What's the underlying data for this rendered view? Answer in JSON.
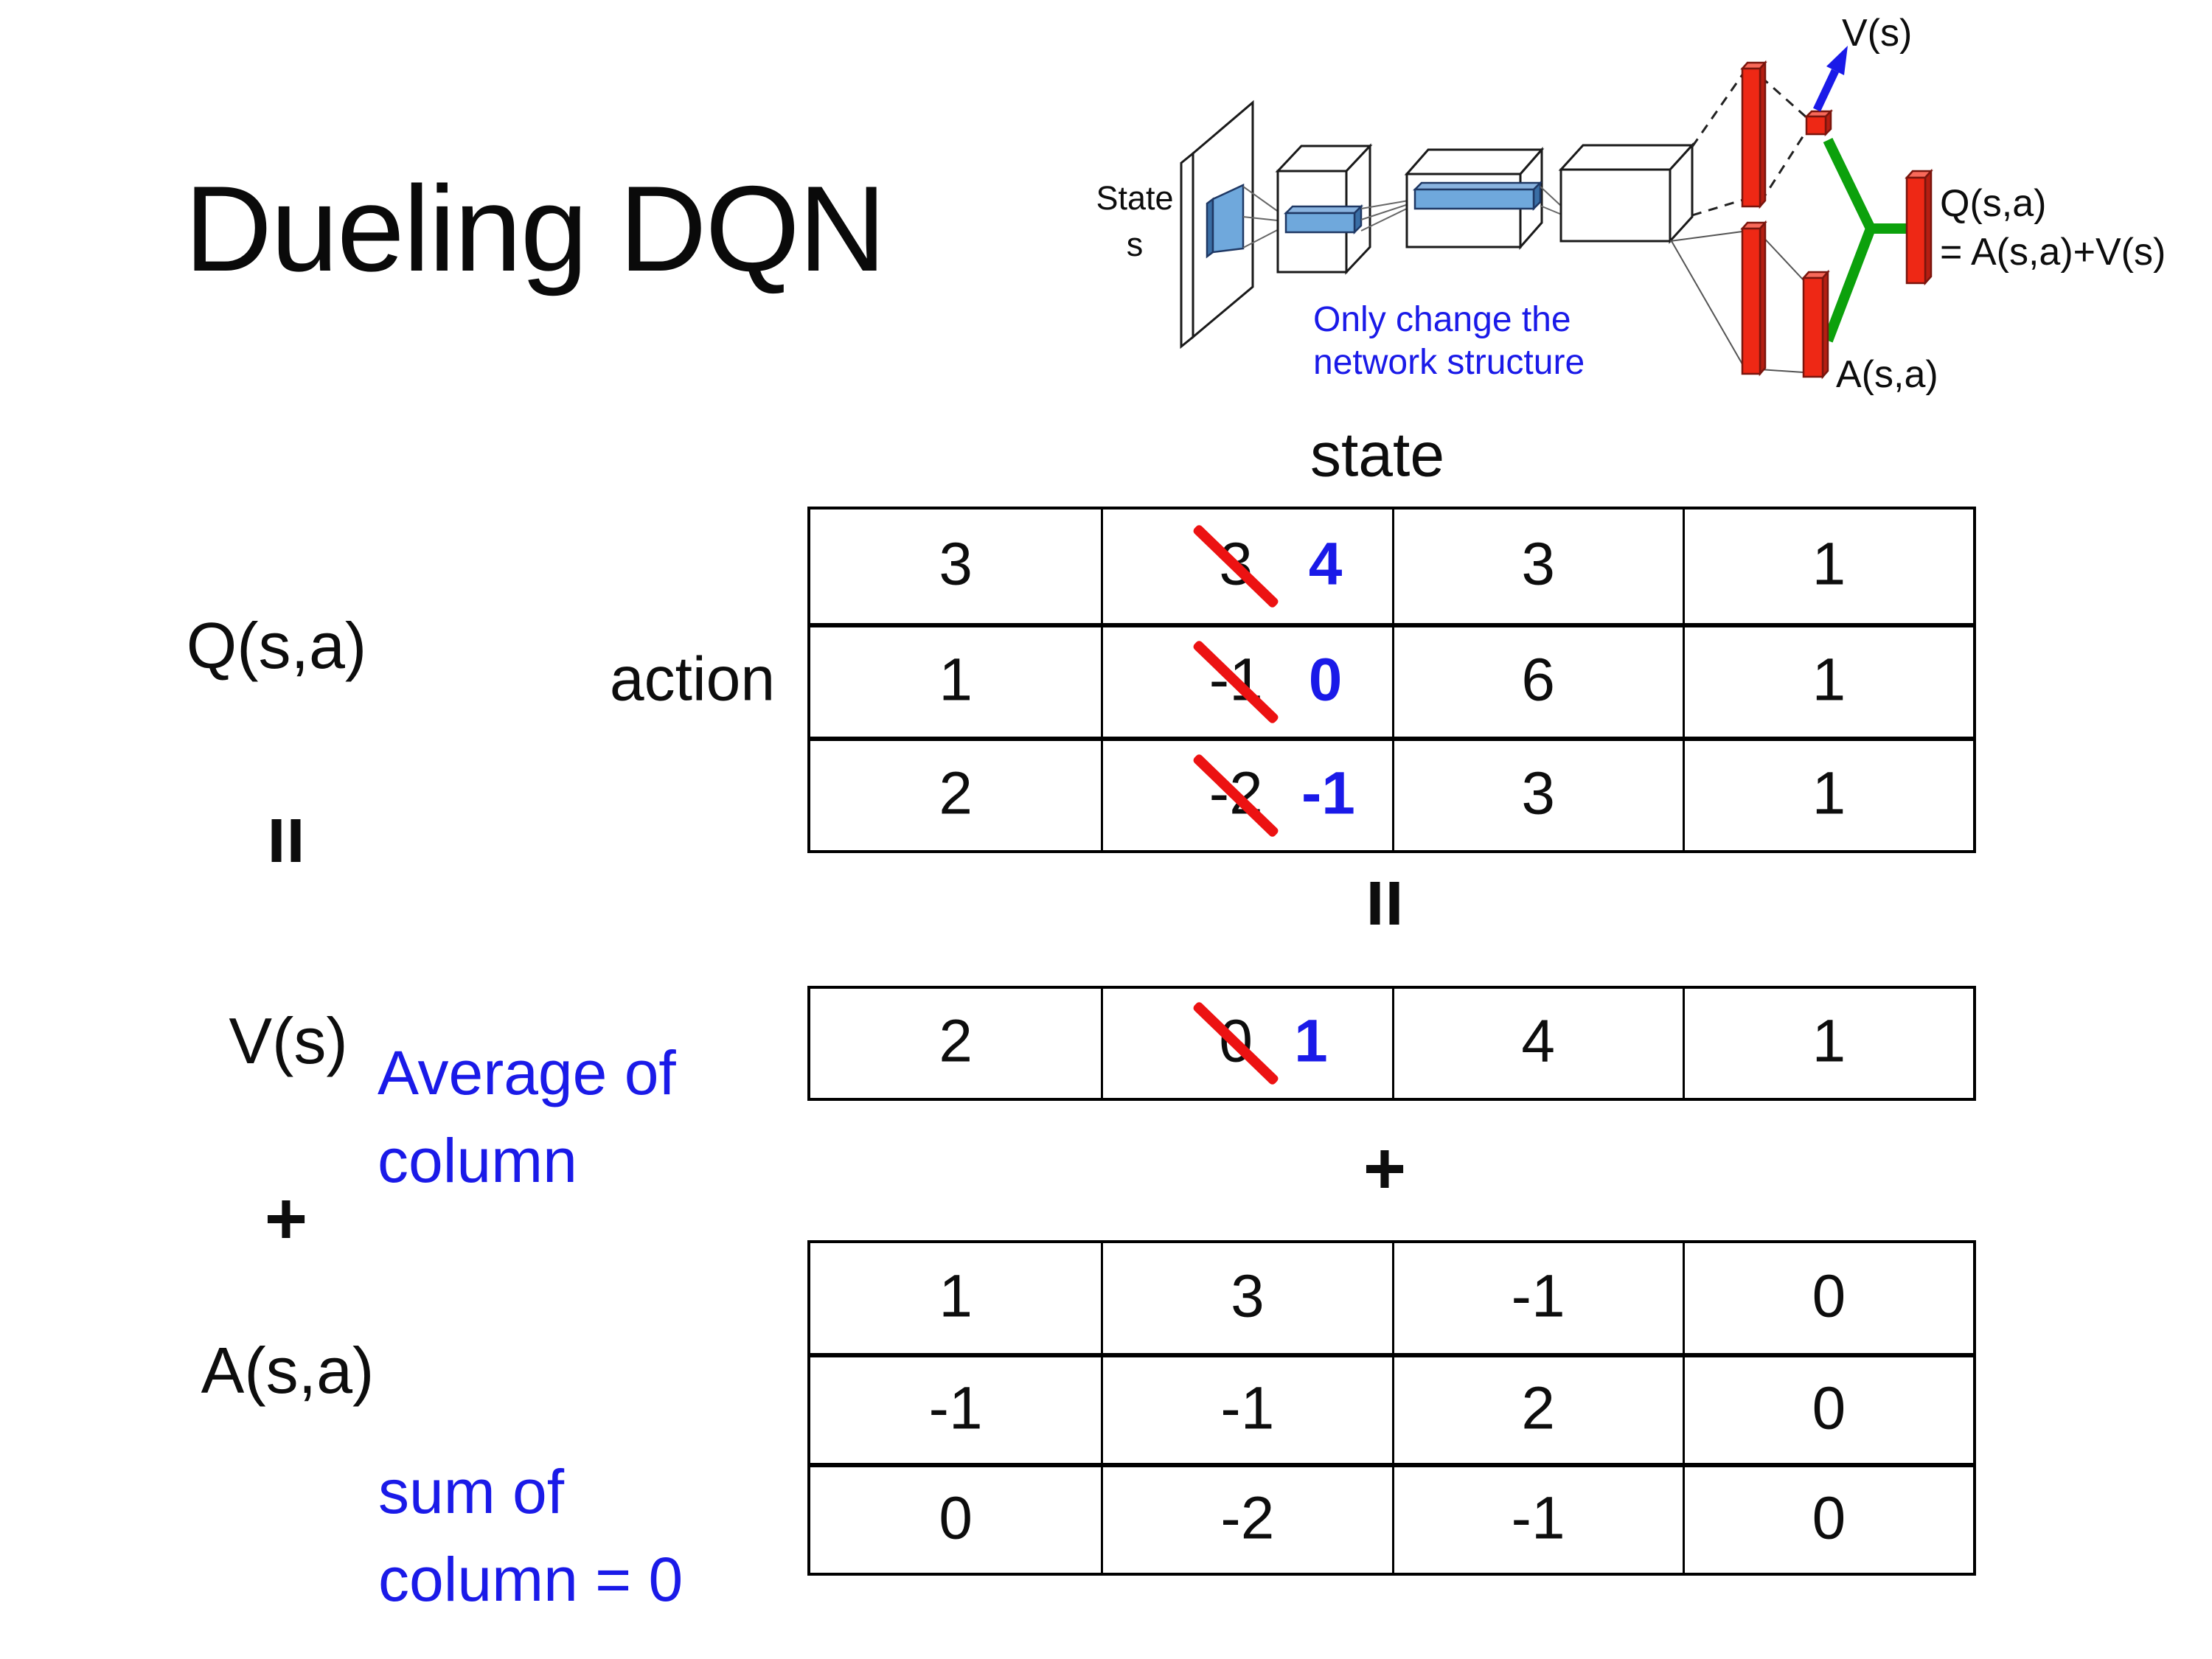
{
  "slide": {
    "title": "Dueling DQN"
  },
  "colors": {
    "accent_blue": "#1a1ae8",
    "strike_red": "#ec1212",
    "connector_green": "#0ca10c",
    "feature_bar_blue": "#6fa8dc",
    "fc_bar_red": "#ee2815"
  },
  "network_diagram": {
    "state_label": "State",
    "state_sub": "s",
    "note_line1": "Only change the",
    "note_line2": "network structure",
    "v_out_label": "V(s)",
    "q_out_label": "Q(s,a)",
    "q_out_formula": "= A(s,a)+V(s)",
    "a_out_label": "A(s,a)"
  },
  "equation": {
    "q_label": "Q(s,a)",
    "equals_left": "=",
    "v_label": "V(s)",
    "plus_left": "+",
    "a_label": "A(s,a)",
    "action_label": "action",
    "state_label": "state",
    "equals_mid": "=",
    "plus_mid": "+",
    "v_note_line1": "Average of",
    "v_note_line2": "column",
    "a_note_line1": "sum of",
    "a_note_line2": "column = 0"
  },
  "q_table": {
    "rows": [
      [
        {
          "v": "3"
        },
        {
          "v": "3",
          "nv": "4",
          "np": 77
        },
        {
          "v": "3"
        },
        {
          "v": "1"
        }
      ],
      [
        {
          "v": "1"
        },
        {
          "v": "-1",
          "nv": "0",
          "np": 77
        },
        {
          "v": "6"
        },
        {
          "v": "1"
        }
      ],
      [
        {
          "v": "2"
        },
        {
          "v": "-2",
          "nv": "-1",
          "np": 78
        },
        {
          "v": "3"
        },
        {
          "v": "1"
        }
      ]
    ]
  },
  "v_table": {
    "rows": [
      [
        {
          "v": "2"
        },
        {
          "v": "0",
          "nv": "1",
          "np": 72
        },
        {
          "v": "4"
        },
        {
          "v": "1"
        }
      ]
    ]
  },
  "a_table": {
    "rows": [
      [
        {
          "v": "1"
        },
        {
          "v": "3"
        },
        {
          "v": "-1"
        },
        {
          "v": "0"
        }
      ],
      [
        {
          "v": "-1"
        },
        {
          "v": "-1"
        },
        {
          "v": "2"
        },
        {
          "v": "0"
        }
      ],
      [
        {
          "v": "0"
        },
        {
          "v": "-2"
        },
        {
          "v": "-1"
        },
        {
          "v": "0"
        }
      ]
    ]
  }
}
